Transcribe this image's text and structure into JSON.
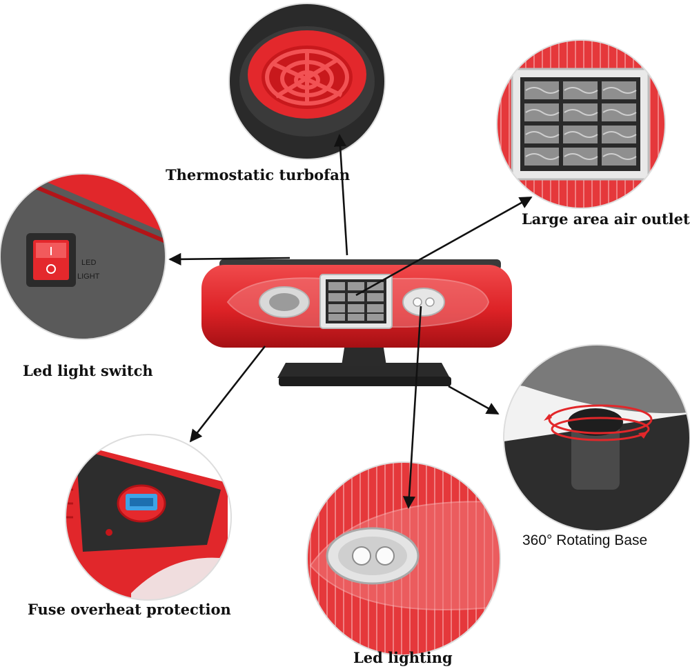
{
  "labels": {
    "turbofan": "Thermostatic turbofan",
    "air_outlet": "Large area air outlet",
    "switch": "Led light switch",
    "rotating_base": "360° Rotating Base",
    "fuse": "Fuse overheat protection",
    "lighting": "Led lighting"
  },
  "switch_printed_text": {
    "line1": "LED",
    "line2": "LIGHT"
  },
  "colors": {
    "heater_red": "#e0262a",
    "arrow": "#111111",
    "dark_housing": "#2b2b2b"
  }
}
